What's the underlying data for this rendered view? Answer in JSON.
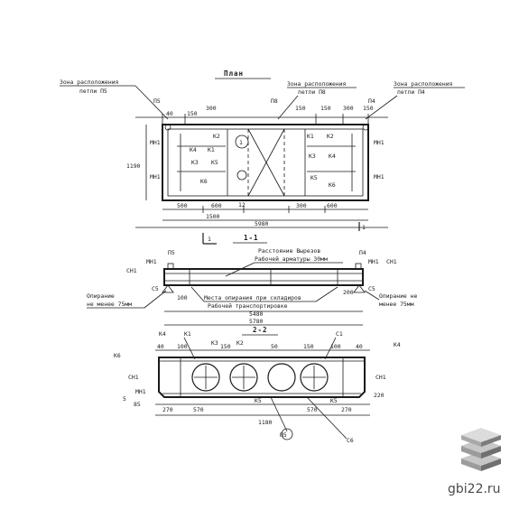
{
  "plan": {
    "title": "План",
    "zone_left": [
      "Зона расположения",
      "петли П5"
    ],
    "zone_mid": [
      "Зона расположения",
      "петли П8"
    ],
    "zone_right": [
      "Зона расположения",
      "петли П4"
    ],
    "dims_top": [
      "40",
      "150",
      "300",
      "150",
      "150",
      "300",
      "150"
    ],
    "height_dim": "1190",
    "dims_bottom": [
      "500",
      "600",
      "300",
      "600"
    ],
    "dim_1500": "1500",
    "dim_total": "5980",
    "marks": [
      "К2",
      "К4",
      "К1",
      "К3",
      "К5",
      "К6",
      "К1",
      "К2",
      "К3",
      "К4",
      "К5",
      "К6",
      "МН1",
      "МН1",
      "МН1",
      "МН1",
      "П5",
      "П4",
      "П8",
      "12",
      "1"
    ],
    "ref": "1",
    "ref_b": "1"
  },
  "section_11": {
    "title": "1-1",
    "note_top": [
      "Расстояние Вырезов",
      "Рабочей арматуры 30мм"
    ],
    "note_bottom": [
      "Места опирания при складиров",
      "Рабочей транспортировке"
    ],
    "left_support": [
      "Опирание",
      "не менее 75мм"
    ],
    "right_support": [
      "Опирание не",
      "менее 75мм"
    ],
    "dims": [
      "100",
      "5480",
      "5780",
      "200"
    ],
    "marks": [
      "МН1",
      "МН1",
      "СН1",
      "СН1",
      "С5",
      "С5",
      "П5",
      "П4"
    ]
  },
  "section_22": {
    "title": "2-2",
    "dims_top": [
      "40",
      "100",
      "150",
      "50",
      "150",
      "100",
      "40"
    ],
    "dims_bottom": [
      "270",
      "570",
      "1180",
      "570",
      "270",
      "5",
      "85"
    ],
    "marks": [
      "К4",
      "К1",
      "К3",
      "К2",
      "С1",
      "СН1",
      "СН1",
      "К6",
      "К4",
      "МН1",
      "К5",
      "С6",
      "К5",
      "220",
      "П5"
    ]
  },
  "branding": {
    "site": "gbi22.ru",
    "logo_icon": "stacked-slabs-icon",
    "logo_colors": [
      "#c7c7c7",
      "#9c9c9c",
      "#6f6f6f"
    ]
  }
}
